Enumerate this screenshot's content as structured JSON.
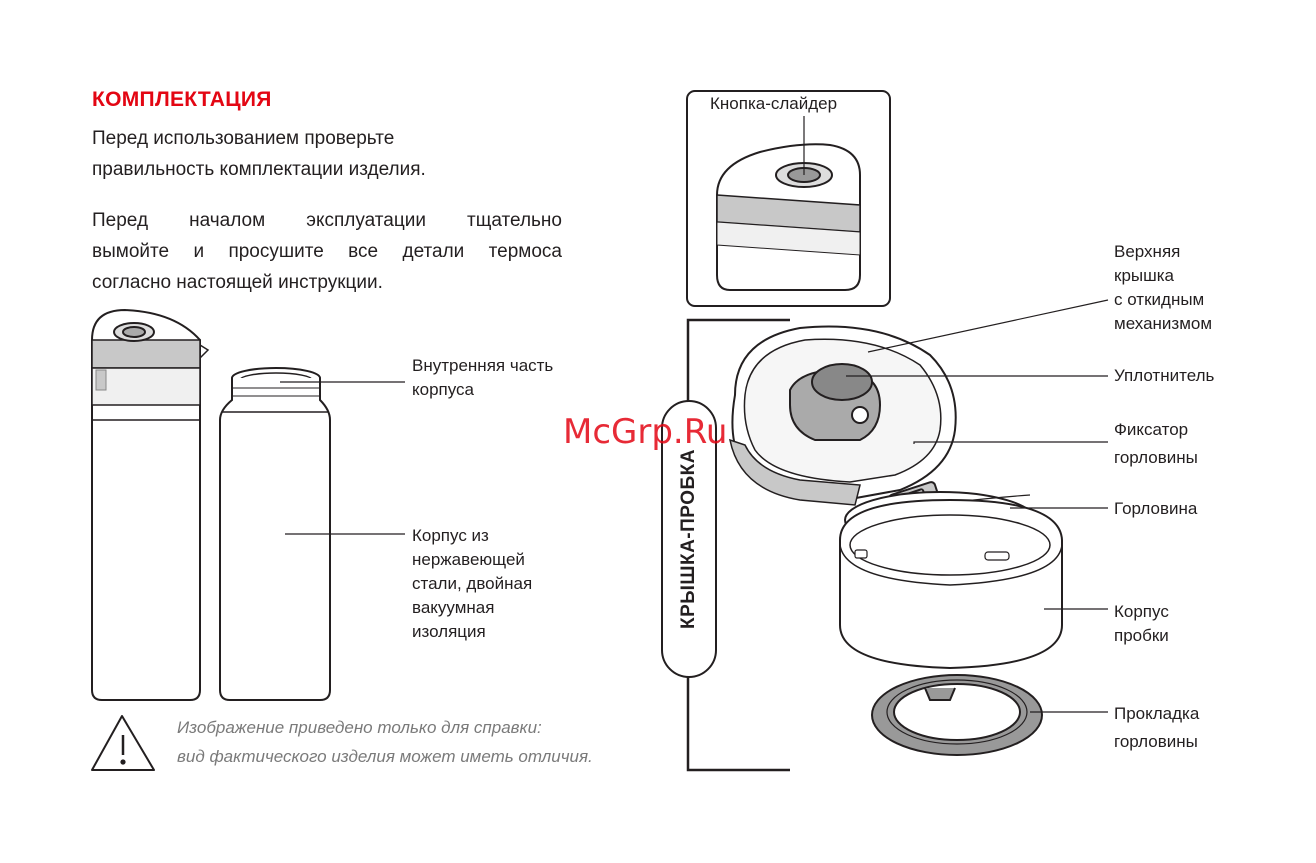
{
  "section": {
    "title": "КОМПЛЕКТАЦИЯ",
    "para1": [
      "Перед использованием проверьте",
      "правильность комплектации изделия."
    ],
    "para2": [
      "Перед началом эксплуатации тщательно",
      "вымойте и просушите все детали термоса",
      "согласно настоящей инструкции."
    ]
  },
  "left_labels": {
    "inner": [
      "Внутренняя часть",
      "корпуса"
    ],
    "body": [
      "Корпус из",
      "нержавеющей",
      "стали, двойная",
      "вакуумная",
      "изоляция"
    ]
  },
  "note": [
    "Изображение приведено только для справки:",
    "вид фактического изделия может  иметь отличия."
  ],
  "top_callout": "Кнопка-слайдер",
  "vertical_label": "КРЫШКА-ПРОБКА",
  "right_labels": {
    "top_lid": [
      "Верхняя",
      "крышка",
      "с откидным",
      "механизмом"
    ],
    "seal": [
      "Уплотнитель"
    ],
    "neck_lock": [
      "Фиксатор",
      "горловины"
    ],
    "neck": [
      "Горловина"
    ],
    "plug_body": [
      "Корпус",
      "пробки"
    ],
    "neck_gasket": [
      "Прокладка",
      "горловины"
    ]
  },
  "watermark": "McGrp.Ru",
  "colors": {
    "accent": "#e30613",
    "ink": "#231f20",
    "note": "#7a7a7a",
    "gray_band": "#c8c8c8"
  },
  "icons": [
    "warning-triangle-icon"
  ]
}
